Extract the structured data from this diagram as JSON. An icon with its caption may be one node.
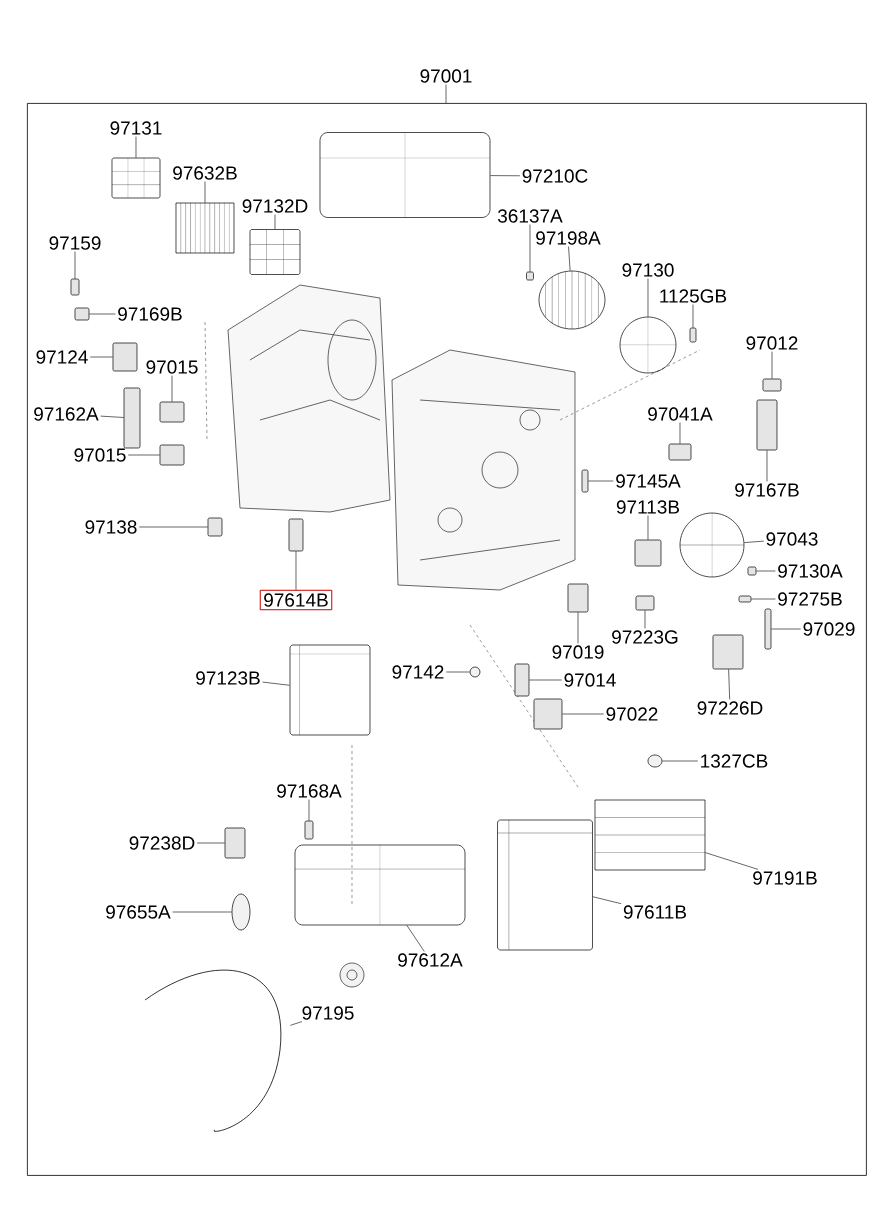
{
  "diagram": {
    "nodes": [
      {
        "text": [
          "97001"
        ]
      },
      {
        "text": [],
        "shape": "box"
      },
      {
        "text": [
          "97131"
        ],
        "in": 1
      },
      {
        "text": [
          "97632B"
        ],
        "in": 1
      },
      {
        "text": [
          "97132D"
        ],
        "in": 1
      },
      {
        "text": [
          "97210C"
        ],
        "in": 1
      },
      {
        "text": [
          "97159"
        ],
        "in": 1
      },
      {
        "text": [
          "36137A"
        ],
        "in": 1
      },
      {
        "text": [
          "97198A"
        ],
        "in": 1
      },
      {
        "text": [
          "97130"
        ],
        "in": 1
      },
      {
        "text": [
          "1125GB"
        ],
        "in": 1
      },
      {
        "text": [
          "97169B"
        ],
        "in": 1
      },
      {
        "text": [
          "97012"
        ],
        "in": 1
      },
      {
        "text": [
          "97124"
        ],
        "in": 1
      },
      {
        "text": [
          "97015"
        ],
        "in": 1
      },
      {
        "text": [
          "97162A"
        ],
        "in": 1
      },
      {
        "text": [
          "97015"
        ],
        "in": 1
      },
      {
        "text": [
          "97041A"
        ],
        "in": 1
      },
      {
        "text": [
          "97167B"
        ],
        "in": 1
      },
      {
        "text": [
          "97145A"
        ],
        "in": 1
      },
      {
        "text": [
          "97113B"
        ],
        "in": 1
      },
      {
        "text": [
          "97138"
        ],
        "in": 1
      },
      {
        "text": [
          "97043"
        ],
        "in": 1
      },
      {
        "text": [
          "97130A"
        ],
        "in": 1
      },
      {
        "text": [
          "97614B"
        ],
        "in": 1
      },
      {
        "text": [
          "97275B"
        ],
        "in": 1
      },
      {
        "text": [
          "97019"
        ],
        "in": 1
      },
      {
        "text": [
          "97223G"
        ],
        "in": 1
      },
      {
        "text": [
          "97029"
        ],
        "in": 1
      },
      {
        "text": [
          "97142"
        ],
        "in": 1
      },
      {
        "text": [
          "97014"
        ],
        "in": 1
      },
      {
        "text": [
          "97123B"
        ],
        "in": 1
      },
      {
        "text": [
          "97226D"
        ],
        "in": 1
      },
      {
        "text": [
          "97022"
        ],
        "in": 1
      },
      {
        "text": [
          "1327CB"
        ],
        "in": 1
      },
      {
        "text": [
          "97168A"
        ],
        "in": 1
      },
      {
        "text": [
          "97238D"
        ],
        "in": 1
      },
      {
        "text": [
          "97191B"
        ],
        "in": 1
      },
      {
        "text": [
          "97655A"
        ],
        "in": 1
      },
      {
        "text": [
          "97611B"
        ],
        "in": 1
      },
      {
        "text": [
          "97612A"
        ],
        "in": 1
      },
      {
        "text": [
          "97195"
        ],
        "in": 1
      },
      {
        "text": [],
        "shape": "picture",
        "in": 1
      },
      {
        "text": [],
        "shape": "picture",
        "in": 1
      },
      {
        "text": [],
        "shape": "picture",
        "in": 1
      },
      {
        "text": [],
        "shape": "picture",
        "in": 1
      },
      {
        "text": [],
        "shape": "box",
        "in": 1
      },
      {
        "text": [],
        "shape": "box",
        "in": 1
      },
      {
        "text": [],
        "shape": "picture",
        "in": 1
      },
      {
        "text": [],
        "shape": "picture",
        "in": 1
      },
      {
        "text": [],
        "shape": "box",
        "in": 1
      },
      {
        "text": [],
        "shape": "box",
        "in": 1
      },
      {
        "text": [],
        "shape": "box",
        "in": 1
      },
      {
        "text": [],
        "shape": "box",
        "in": 1
      },
      {
        "text": [],
        "shape": "box",
        "in": 1
      },
      {
        "text": [],
        "shape": "box",
        "in": 1
      },
      {
        "text": [],
        "shape": "box",
        "in": 1
      },
      {
        "text": [],
        "shape": "box",
        "in": 1
      },
      {
        "text": [],
        "shape": "box",
        "in": 1
      },
      {
        "text": [],
        "shape": "box",
        "in": 1
      },
      {
        "text": [],
        "shape": "box",
        "in": 1
      },
      {
        "text": [],
        "shape": "box",
        "in": 1
      },
      {
        "text": [],
        "shape": "picture",
        "in": 1
      },
      {
        "text": [],
        "shape": "box",
        "in": 1
      },
      {
        "text": [],
        "shape": "box",
        "in": 1
      },
      {
        "text": [],
        "shape": "box",
        "in": 1
      },
      {
        "text": [],
        "shape": "box",
        "in": 1
      },
      {
        "text": [],
        "shape": "box",
        "in": 1
      },
      {
        "text": [],
        "shape": "box",
        "in": 1
      },
      {
        "text": [],
        "shape": "circle",
        "in": 1
      },
      {
        "text": [],
        "shape": "box",
        "in": 1
      },
      {
        "text": [],
        "shape": "picture",
        "in": 1
      },
      {
        "text": [],
        "shape": "box",
        "in": 1
      },
      {
        "text": [],
        "shape": "box",
        "in": 1
      },
      {
        "text": [],
        "shape": "circle",
        "in": 1
      },
      {
        "text": [],
        "shape": "box",
        "in": 1
      },
      {
        "text": [],
        "shape": "box",
        "in": 1
      },
      {
        "text": [],
        "shape": "picture",
        "in": 1
      },
      {
        "text": [],
        "shape": "circle",
        "in": 1
      },
      {
        "text": [],
        "shape": "picture",
        "in": 1
      },
      {
        "text": [],
        "shape": "picture",
        "in": 1
      },
      {
        "text": [],
        "shape": "picture",
        "in": 1
      }
    ],
    "edges": [
      {
        "from": 0,
        "to": 1,
        "arrow": "none"
      },
      {
        "from": 2,
        "to": 42,
        "arrow": "none"
      },
      {
        "from": 3,
        "to": 43,
        "arrow": "none"
      },
      {
        "from": 4,
        "to": 44,
        "arrow": "none"
      },
      {
        "from": 5,
        "to": 45,
        "arrow": "none"
      },
      {
        "from": 6,
        "to": 46,
        "arrow": "none"
      },
      {
        "from": 7,
        "to": 47,
        "arrow": "none"
      },
      {
        "from": 8,
        "to": 48,
        "arrow": "none"
      },
      {
        "from": 9,
        "to": 49,
        "arrow": "none"
      },
      {
        "from": 10,
        "to": 50,
        "arrow": "none"
      },
      {
        "from": 11,
        "to": 51,
        "arrow": "none"
      },
      {
        "from": 12,
        "to": 52,
        "arrow": "none"
      },
      {
        "from": 13,
        "to": 53,
        "arrow": "none"
      },
      {
        "from": 14,
        "to": 54,
        "arrow": "none"
      },
      {
        "from": 15,
        "to": 55,
        "arrow": "none"
      },
      {
        "from": 16,
        "to": 56,
        "arrow": "none"
      },
      {
        "from": 17,
        "to": 57,
        "arrow": "none"
      },
      {
        "from": 18,
        "to": 58,
        "arrow": "none"
      },
      {
        "from": 19,
        "to": 59,
        "arrow": "none"
      },
      {
        "from": 20,
        "to": 60,
        "arrow": "none"
      },
      {
        "from": 21,
        "to": 61,
        "arrow": "none"
      },
      {
        "from": 22,
        "to": 62,
        "arrow": "none"
      },
      {
        "from": 23,
        "to": 63,
        "arrow": "none"
      },
      {
        "from": 24,
        "to": 64,
        "arrow": "none"
      },
      {
        "from": 25,
        "to": 65,
        "arrow": "none"
      },
      {
        "from": 26,
        "to": 66,
        "arrow": "none"
      },
      {
        "from": 27,
        "to": 67,
        "arrow": "none"
      },
      {
        "from": 28,
        "to": 68,
        "arrow": "none"
      },
      {
        "from": 29,
        "to": 69,
        "arrow": "none"
      },
      {
        "from": 30,
        "to": 70,
        "arrow": "none"
      },
      {
        "from": 31,
        "to": 71,
        "arrow": "none"
      },
      {
        "from": 32,
        "to": 72,
        "arrow": "none"
      },
      {
        "from": 33,
        "to": 73,
        "arrow": "none"
      },
      {
        "from": 34,
        "to": 74,
        "arrow": "none"
      },
      {
        "from": 35,
        "to": 75,
        "arrow": "none"
      },
      {
        "from": 36,
        "to": 76,
        "arrow": "none"
      },
      {
        "from": 37,
        "to": 77,
        "arrow": "none"
      },
      {
        "from": 38,
        "to": 78,
        "arrow": "none"
      },
      {
        "from": 39,
        "to": 79,
        "arrow": "none"
      },
      {
        "from": 40,
        "to": 80,
        "arrow": "none"
      },
      {
        "from": 41,
        "to": 81,
        "arrow": "none"
      }
    ]
  }
}
